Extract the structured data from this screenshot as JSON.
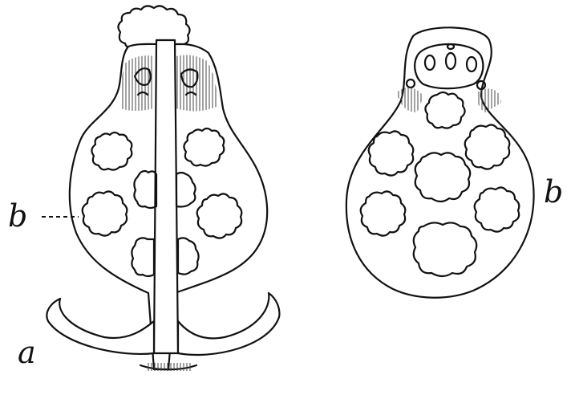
{
  "figure": {
    "labels": {
      "a": "a",
      "b_left": "b",
      "b_right": "b"
    }
  }
}
